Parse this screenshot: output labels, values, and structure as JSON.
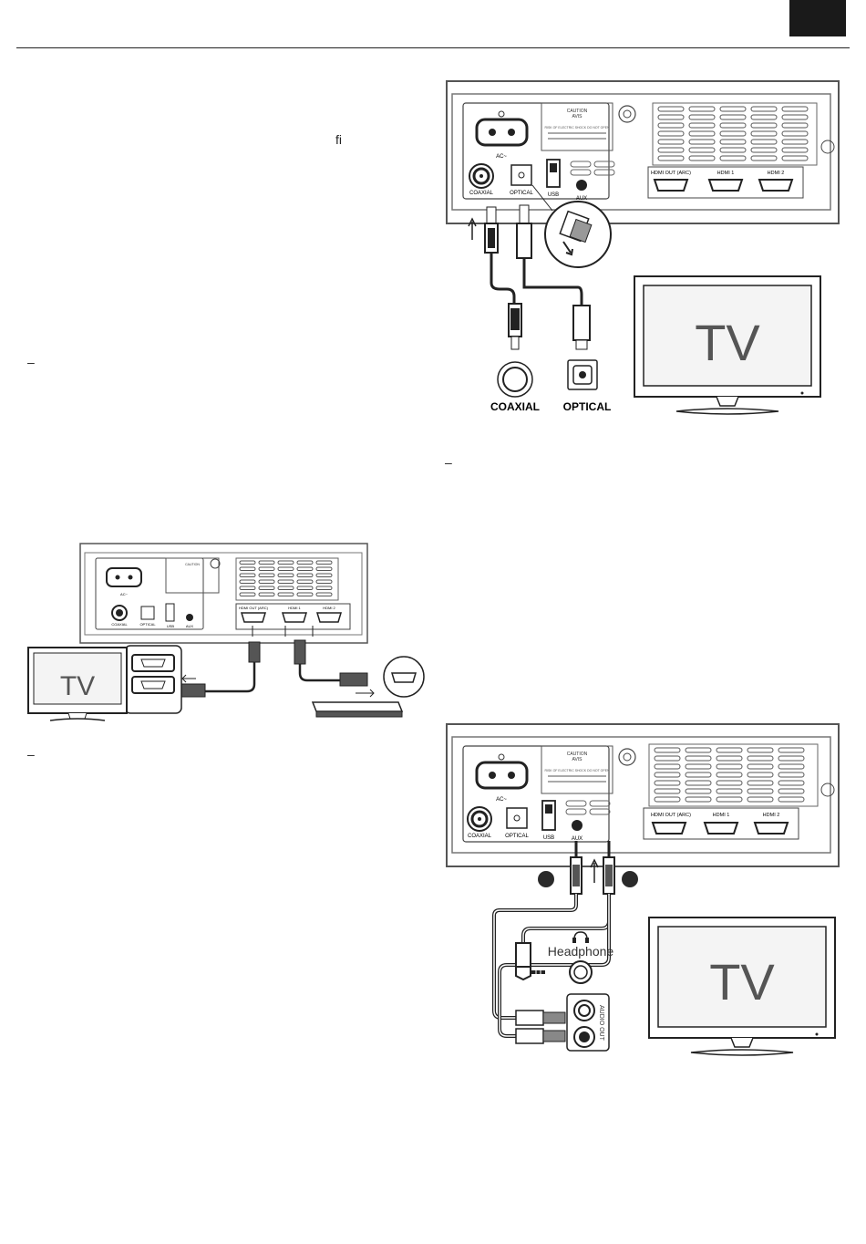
{
  "header": {
    "tab_color": "#1a1a1a"
  },
  "stray_glyphs": {
    "ligature": "ﬁ",
    "dash_a": "–",
    "dash_b": "–",
    "dash_c": "–"
  },
  "panel": {
    "ac": "AC~",
    "caution_1": "CAUTION",
    "caution_2": "AVIS",
    "warn": "RISK OF ELECTRIC SHOCK DO NOT OPEN",
    "coaxial": "COAXIAL",
    "optical": "OPTICAL",
    "usb": "USB",
    "aux": "AUX",
    "hdmi_arc": "HDMI OUT (ARC)",
    "hdmi_1": "HDMI 1",
    "hdmi_2": "HDMI 2"
  },
  "fig1": {
    "coaxial_caption": "COAXIAL",
    "optical_caption": "OPTICAL",
    "tv": "TV"
  },
  "fig2": {
    "tv": "TV"
  },
  "fig3": {
    "headphone": "Headphone",
    "audio_out": "AUDIO OUT",
    "tv": "TV"
  }
}
